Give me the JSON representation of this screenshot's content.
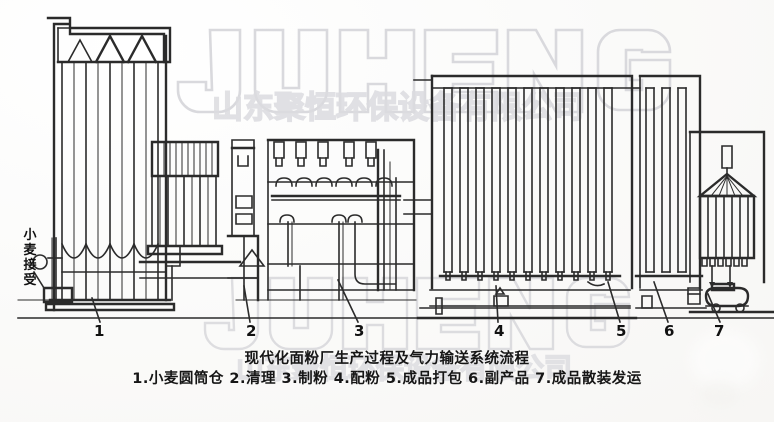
{
  "diagram": {
    "title": "现代化面粉厂生产过程及气力输送系统流程",
    "legend_line": "1.小麦圆筒仓  2.清理  3.制粉  4.配粉  5.成品打包  6.副产品  7.成品散装发运",
    "vertical_label": "小麦接受",
    "callouts": [
      {
        "id": "1",
        "label": "1"
      },
      {
        "id": "2",
        "label": "2"
      },
      {
        "id": "3",
        "label": "3"
      },
      {
        "id": "4",
        "label": "4"
      },
      {
        "id": "5",
        "label": "5"
      },
      {
        "id": "6",
        "label": "6"
      },
      {
        "id": "7",
        "label": "7"
      }
    ],
    "legend_items": [
      {
        "num": "1",
        "name": "小麦圆筒仓"
      },
      {
        "num": "2",
        "name": "清理"
      },
      {
        "num": "3",
        "name": "制粉"
      },
      {
        "num": "4",
        "name": "配粉"
      },
      {
        "num": "5",
        "name": "成品打包"
      },
      {
        "num": "6",
        "name": "副产品"
      },
      {
        "num": "7",
        "name": "成品散装发运"
      }
    ],
    "watermark": {
      "brand": "JUHENG",
      "company": "山东聚恒环保设备有限公司"
    },
    "colors": {
      "ink": "#2b2b2b",
      "paper": "#fdfdfc",
      "watermark": "#d9d9dd"
    }
  }
}
